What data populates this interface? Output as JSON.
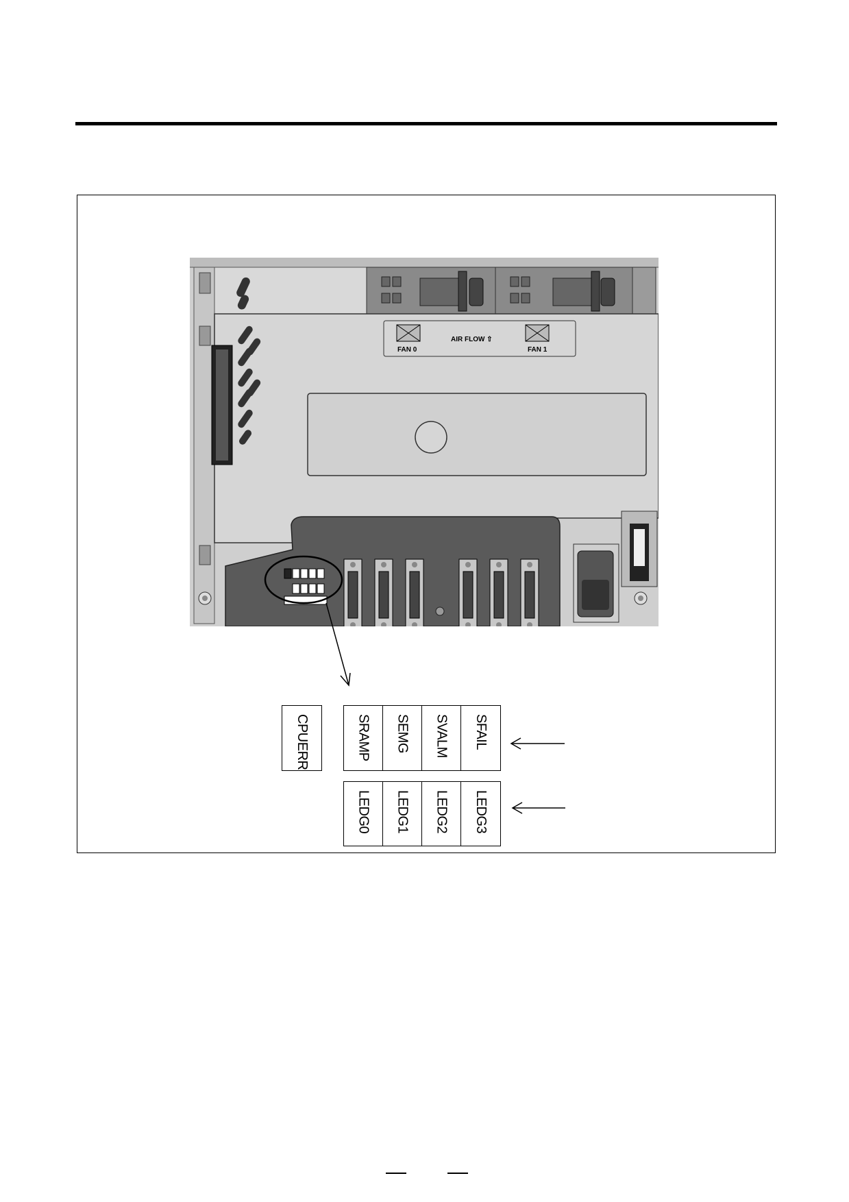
{
  "board": {
    "airflow_label": "AIR FLOW ⇧",
    "fan0_label": "FAN 0",
    "fan1_label": "FAN 1",
    "colors": {
      "panel": "#d4d4d4",
      "dark": "#5a5a5a",
      "outline": "#000000"
    }
  },
  "leds": {
    "single": "CPUERR",
    "upper_row": [
      "SRAMP",
      "SEMG",
      "SVALM",
      "SFAIL"
    ],
    "lower_row": [
      "LEDG0",
      "LEDG1",
      "LEDG2",
      "LEDG3"
    ]
  },
  "footer": {
    "page_marker": "— —"
  }
}
